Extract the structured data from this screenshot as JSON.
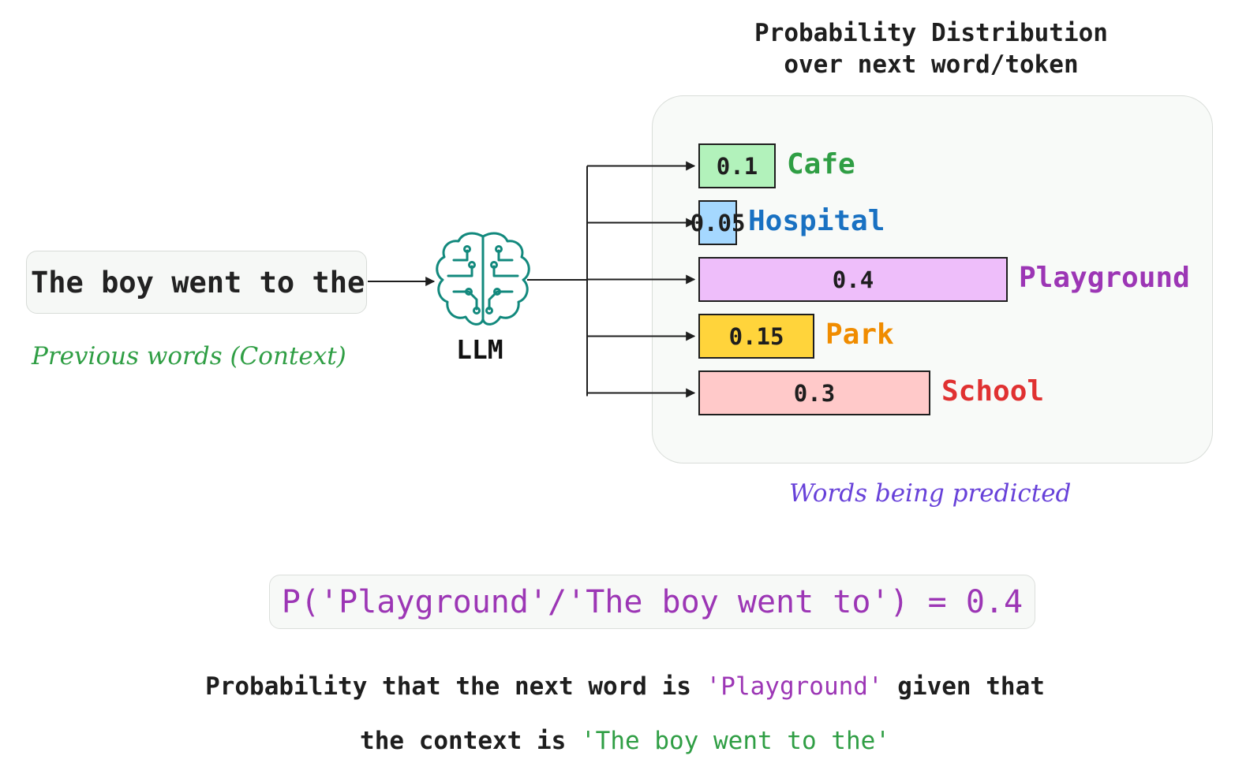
{
  "title": "Probability Distribution\nover next word/token",
  "context": {
    "text": "The boy went to the",
    "caption": "Previous words (Context)"
  },
  "model": {
    "label": "LLM",
    "icon": "brain-circuit-icon"
  },
  "predictions_caption": "Words being predicted",
  "chart_data": {
    "type": "bar",
    "orientation": "horizontal",
    "categories": [
      "Cafe",
      "Hospital",
      "Playground",
      "Park",
      "School"
    ],
    "values": [
      0.1,
      0.05,
      0.4,
      0.15,
      0.3
    ],
    "value_labels": [
      "0.1",
      "0.05",
      "0.4",
      "0.15",
      "0.3"
    ],
    "fill_colors": [
      "#b2f2bb",
      "#a5d8ff",
      "#eebefa",
      "#ffd43b",
      "#ffc9c9"
    ],
    "label_colors": [
      "#2f9e44",
      "#1971c2",
      "#9c36b5",
      "#f08c00",
      "#e03131"
    ]
  },
  "formula": "P('Playground'/'The boy went to') = 0.4",
  "explanation": {
    "line1_prefix": "Probability that the next word is",
    "line1_word": "'Playground'",
    "line1_suffix": "given that",
    "line2_prefix": "the context is",
    "line2_context": "'The boy went to the'"
  },
  "colors": {
    "stroke": "#1e1e1e",
    "brain": "#12897d",
    "green": "#2f9e44",
    "purple": "#9c36b5",
    "violet": "#6741d9"
  }
}
